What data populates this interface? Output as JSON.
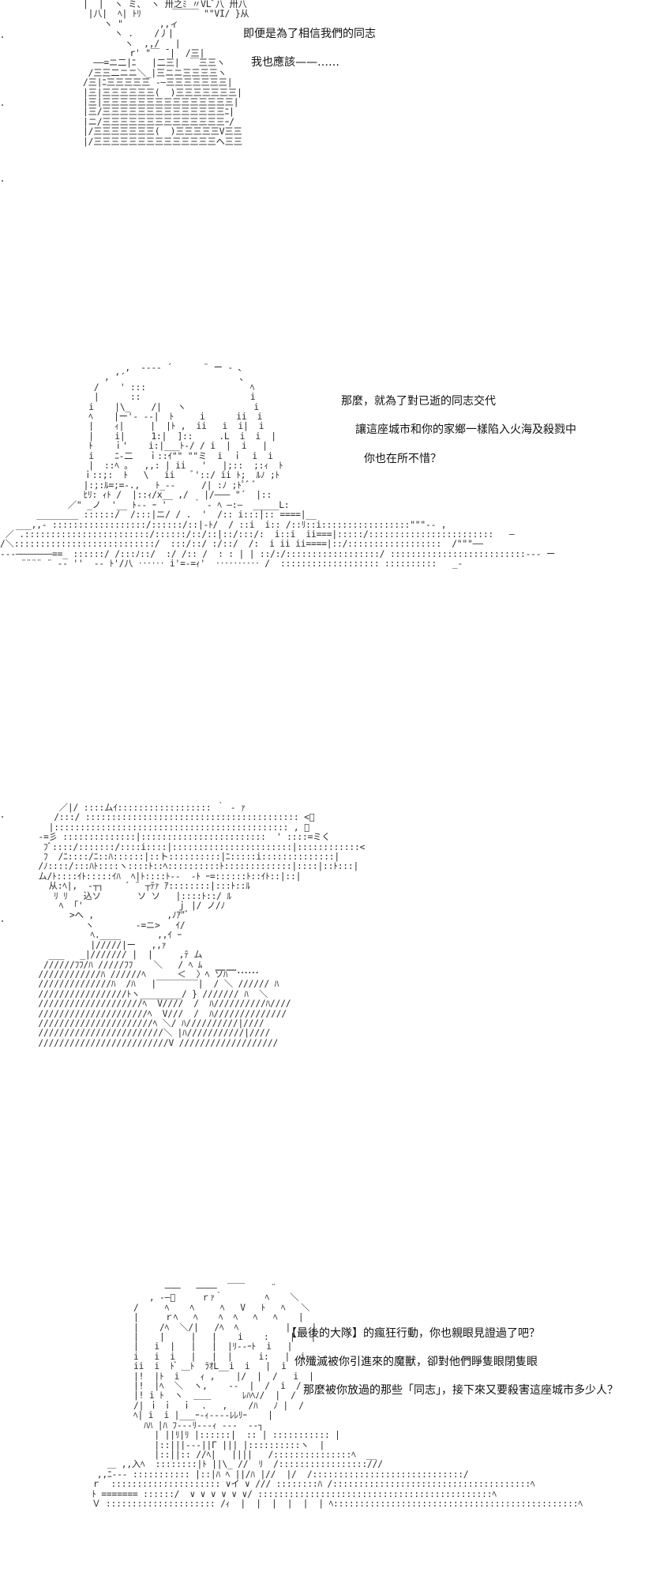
{
  "panels": [
    {
      "id": "panel-1",
      "lines": [
        "即便是為了相信我們的同志",
        "我也應該——……"
      ]
    },
    {
      "id": "panel-2",
      "lines": [
        "那麼，就為了對已逝的同志交代",
        "讓這座城市和你的家鄉一樣陷入火海及殺戮中",
        "你也在所不惜？"
      ]
    },
    {
      "id": "panel-3",
      "lines": [
        "——……"
      ]
    },
    {
      "id": "panel-4",
      "lines": [
        "【最後的大隊】的瘋狂行動，你也親眼見證過了吧？",
        "你殲滅被你引進來的魔獸，卻對他們睜隻眼閉隻眼",
        "那麼被你放過的那些「同志」，接下來又要殺害這座城市多少人？"
      ]
    }
  ]
}
